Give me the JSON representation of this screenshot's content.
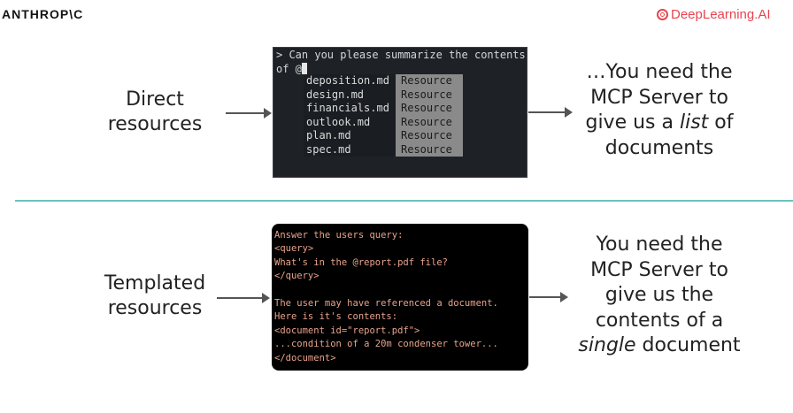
{
  "brand": {
    "left_logo": "ANTHROP\\C",
    "right_logo": "DeepLearning.AI",
    "right_logo_icon": "deeplearning-logo-icon",
    "accent_color": "#e8444f"
  },
  "divider_color": "#6cc2c0",
  "top_section": {
    "label_lines": [
      "Direct",
      "resources"
    ],
    "terminal": {
      "prompt_lines": [
        "> Can you please summarize the contents",
        "of @"
      ],
      "files": [
        {
          "name": "deposition.md",
          "kind": "Resource"
        },
        {
          "name": "design.md",
          "kind": "Resource"
        },
        {
          "name": "financials.md",
          "kind": "Resource"
        },
        {
          "name": "outlook.md",
          "kind": "Resource"
        },
        {
          "name": "plan.md",
          "kind": "Resource"
        },
        {
          "name": "spec.md",
          "kind": "Resource"
        }
      ]
    },
    "result": {
      "line1": "…You need the",
      "line2": "MCP Server to",
      "line3_pre": "give us a ",
      "line3_em": "list",
      "line3_post": " of",
      "line4": "documents"
    }
  },
  "bottom_section": {
    "label_lines": [
      "Templated",
      "resources"
    ],
    "terminal_lines": [
      "Answer the users query:",
      "<query>",
      "What's in the @report.pdf file?",
      "</query>",
      "",
      "The user may have referenced a document.",
      "Here is it's contents:",
      "<document id=\"report.pdf\">",
      "...condition of a 20m condenser tower...",
      "</document>"
    ],
    "result": {
      "line1": "You need the",
      "line2": "MCP Server to",
      "line3": "give us the",
      "line4": "contents of a",
      "line5_em": "single",
      "line5_post": " document"
    }
  }
}
